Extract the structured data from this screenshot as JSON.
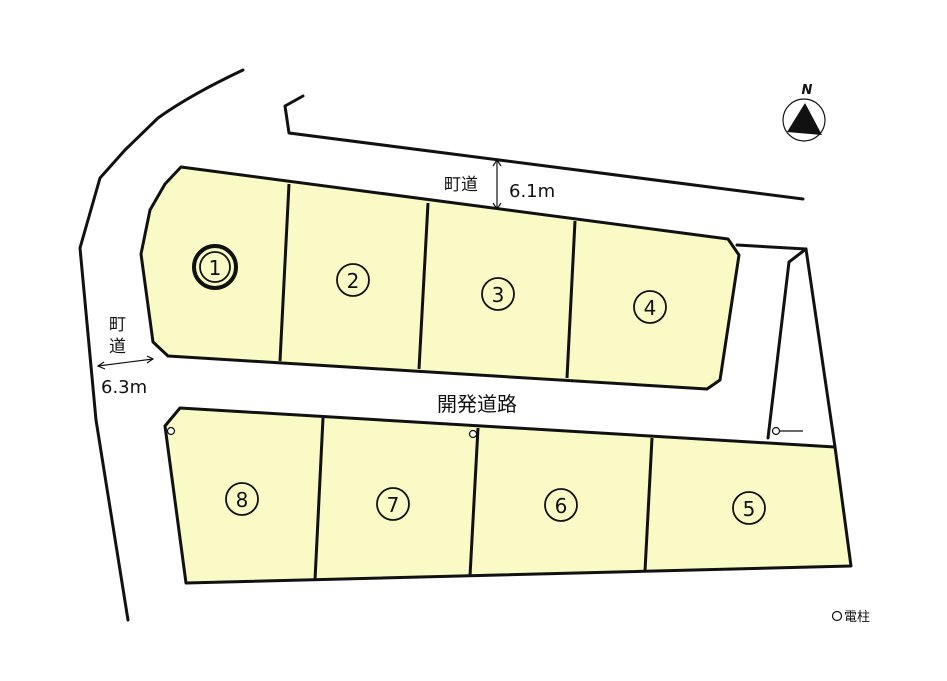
{
  "lots": [
    {
      "number": "1",
      "highlighted": true
    },
    {
      "number": "2"
    },
    {
      "number": "3"
    },
    {
      "number": "4"
    },
    {
      "number": "5"
    },
    {
      "number": "6"
    },
    {
      "number": "7"
    },
    {
      "number": "8"
    }
  ],
  "roads": {
    "north_road_label": "町道",
    "north_road_width": "6.1m",
    "west_road_label_1": "町",
    "west_road_label_2": "道",
    "west_road_width": "6.3m",
    "development_road_label": "開発道路"
  },
  "compass": {
    "label": "N"
  },
  "legend": {
    "utility_pole": "電柱"
  },
  "colors": {
    "lot_fill": "#fafac6",
    "line": "#111111"
  }
}
